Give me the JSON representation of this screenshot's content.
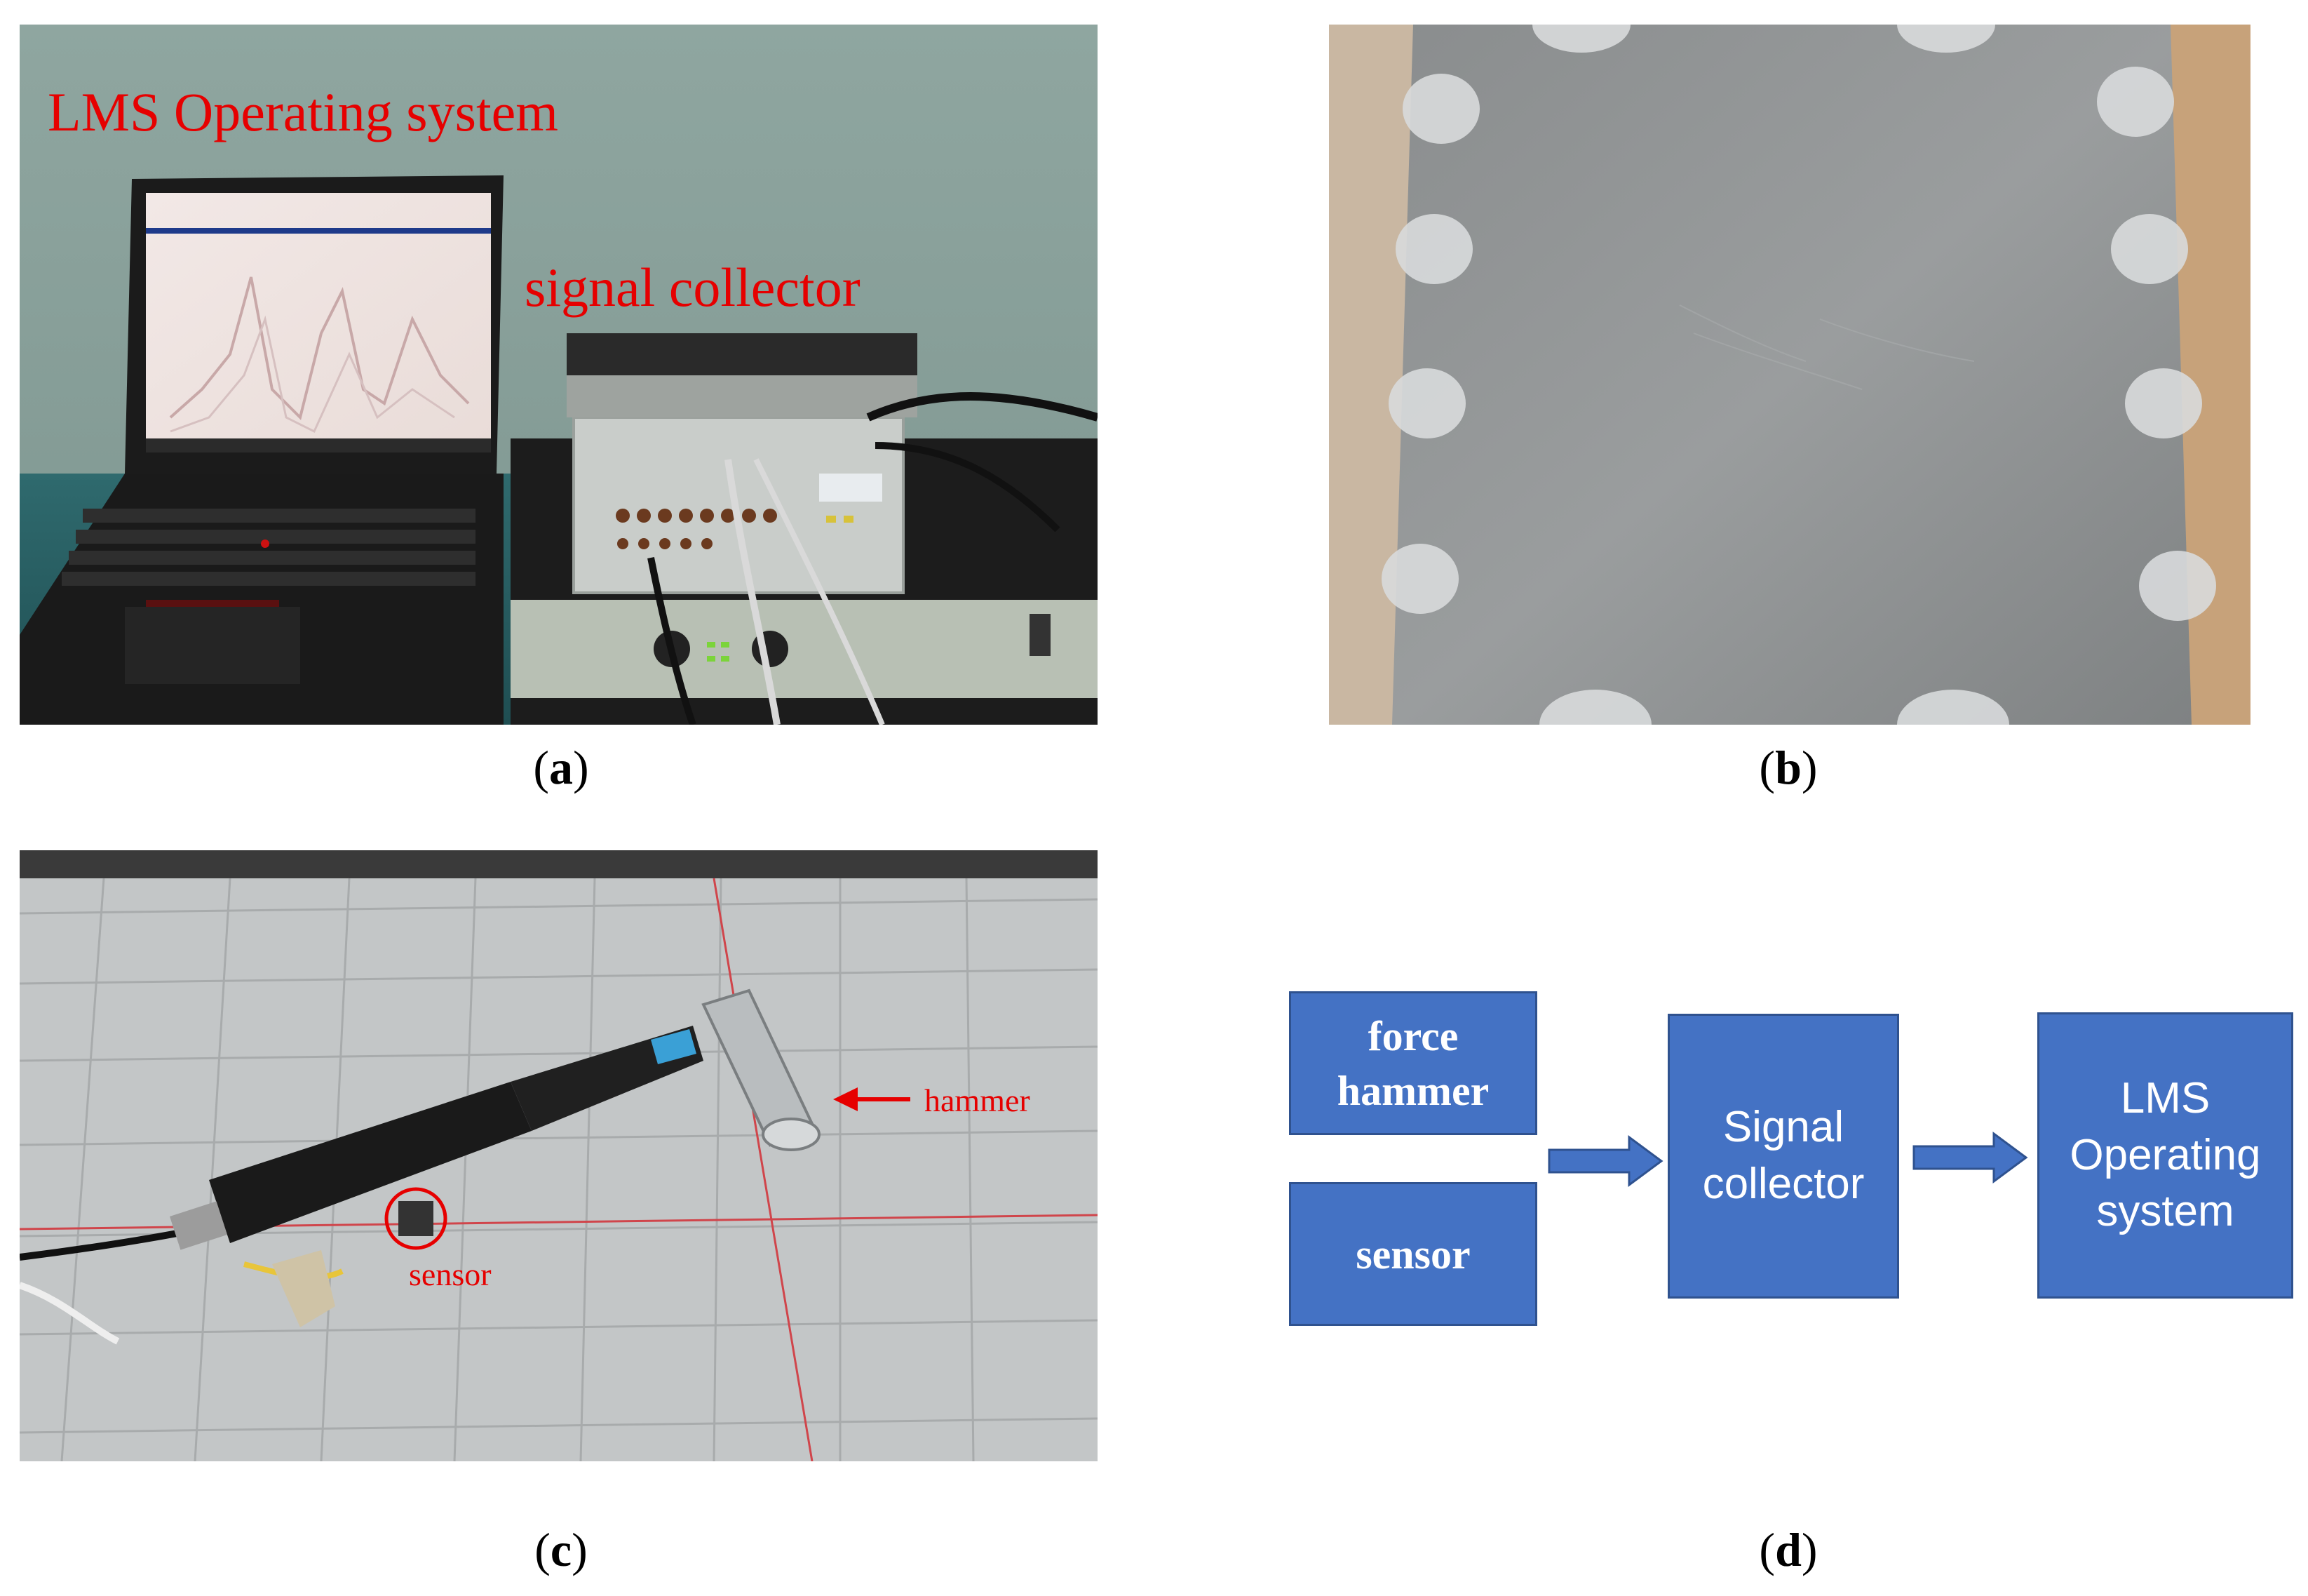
{
  "panels": {
    "a": {
      "caption_letter": "a",
      "labels": {
        "lms": "LMS Operating system",
        "signal_collector": "signal collector"
      }
    },
    "b": {
      "caption_letter": "b"
    },
    "c": {
      "caption_letter": "c",
      "labels": {
        "hammer": "hammer",
        "sensor": "sensor"
      }
    },
    "d": {
      "caption_letter": "d",
      "blocks": {
        "force_hammer": "force hammer",
        "sensor": "sensor",
        "signal_collector": "Signal collector",
        "lms": "LMS Operating system"
      }
    }
  },
  "colors": {
    "label_red": "#e60000",
    "block_fill": "#4472c4",
    "block_border": "#2f528f"
  }
}
